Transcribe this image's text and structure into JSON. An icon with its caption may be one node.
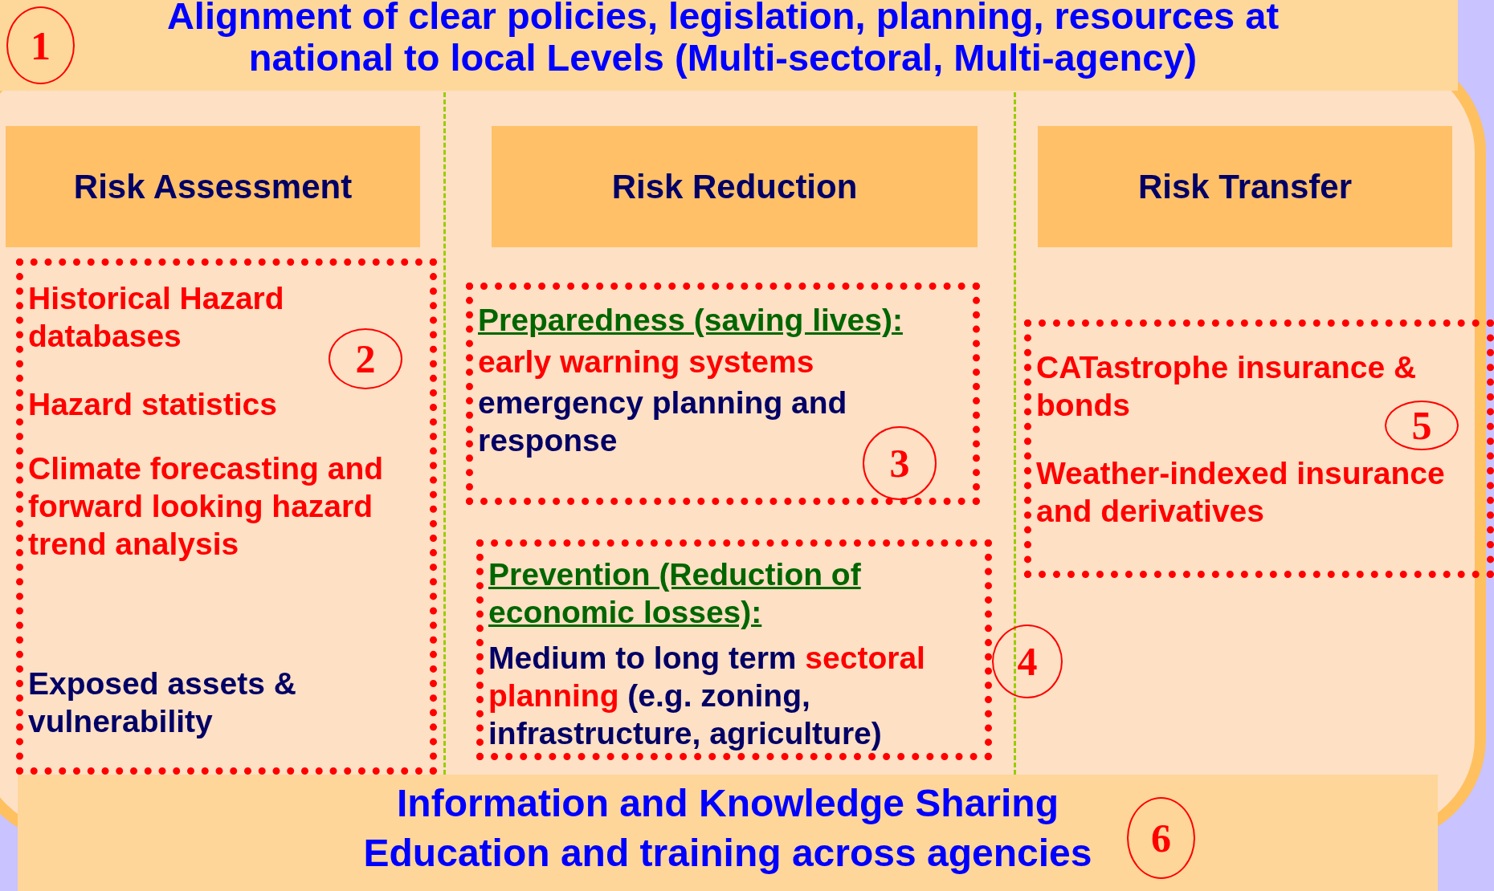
{
  "diagram": {
    "nodes": [
      {
        "text": [
          "Alignment of clear policies, legislation, planning, resources at national to local Levels (Multi-sectoral, Multi-agency)"
        ]
      },
      {
        "text": [
          "1"
        ],
        "in": 0
      },
      {
        "text": [
          "Risk Assessment"
        ]
      },
      {
        "text": [
          "Risk Reduction"
        ]
      },
      {
        "text": [
          "Risk Transfer"
        ]
      },
      {
        "text": [
          "Historical Hazard databases",
          "Hazard statistics",
          "Climate forecasting and forward looking hazard trend analysis",
          "Exposed assets & vulnerability"
        ]
      },
      {
        "text": [
          "2"
        ],
        "in": 5
      },
      {
        "text": [
          "Preparedness (saving lives):",
          "early warning systems",
          "emergency planning and response"
        ]
      },
      {
        "text": [
          "3"
        ],
        "in": 7
      },
      {
        "text": [
          "Prevention (Reduction of economic losses):",
          "Medium to long term",
          "sectoral planning",
          "(e.g. zoning, infrastructure, agriculture)"
        ]
      },
      {
        "text": [
          "4"
        ]
      },
      {
        "text": [
          "CATastrophe insurance & bonds",
          "Weather-indexed insurance and derivatives"
        ]
      },
      {
        "text": [
          "5"
        ],
        "in": 11
      },
      {
        "text": [
          "Information and Knowledge Sharing",
          "Education and training across agencies"
        ]
      },
      {
        "text": [
          "6"
        ],
        "in": 13
      }
    ],
    "edges": []
  }
}
